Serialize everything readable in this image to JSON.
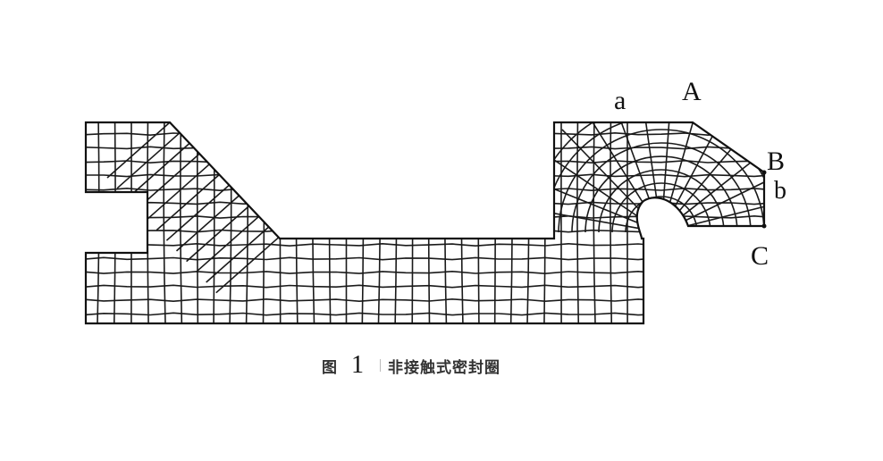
{
  "figure": {
    "type": "finite-element-mesh",
    "labels": {
      "a": "a",
      "A": "A",
      "B": "B",
      "b": "b",
      "C": "C"
    },
    "caption": {
      "prefix": "图",
      "number": "1",
      "title": "非接触式密封圈"
    },
    "colors": {
      "mesh": "#111111",
      "background": "#ffffff"
    }
  }
}
